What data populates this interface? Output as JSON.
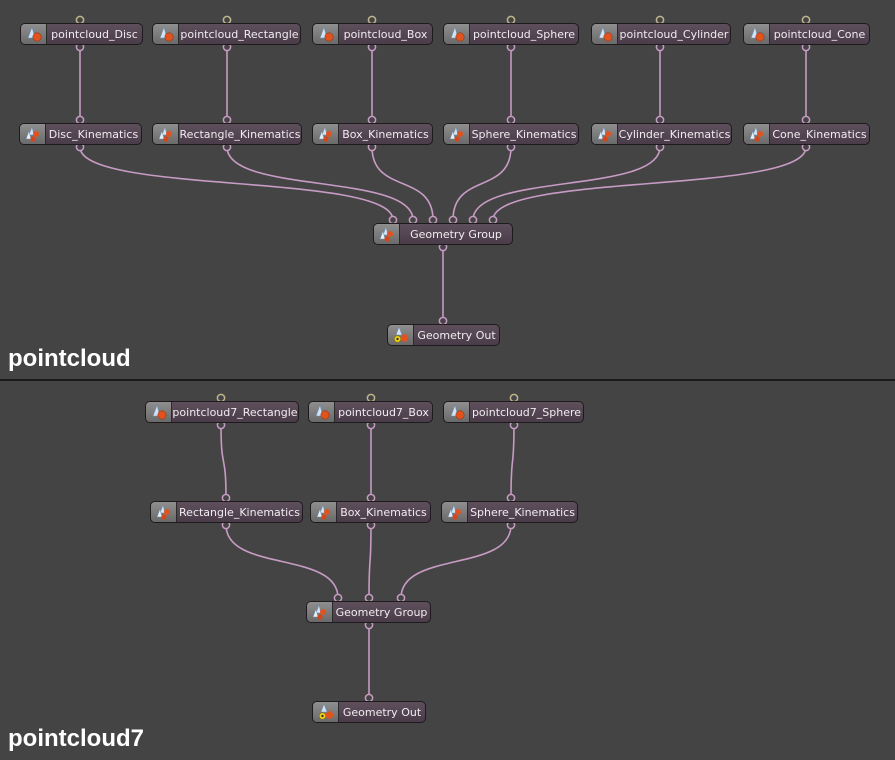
{
  "colors": {
    "background": "#444444",
    "wire": "#c79bc4",
    "node_body": "#574854",
    "node_icon_bg": "#7d7d7d",
    "input_port": "#bfb58c"
  },
  "panels": [
    {
      "title": "pointcloud",
      "nodes": [
        {
          "id": "pc_disc",
          "label": "pointcloud_Disc",
          "icon": "pointcloud-icon"
        },
        {
          "id": "pc_rect",
          "label": "pointcloud_Rectangle",
          "icon": "pointcloud-icon"
        },
        {
          "id": "pc_box",
          "label": "pointcloud_Box",
          "icon": "pointcloud-icon"
        },
        {
          "id": "pc_sphere",
          "label": "pointcloud_Sphere",
          "icon": "pointcloud-icon"
        },
        {
          "id": "pc_cyl",
          "label": "pointcloud_Cylinder",
          "icon": "pointcloud-icon"
        },
        {
          "id": "pc_cone",
          "label": "pointcloud_Cone",
          "icon": "pointcloud-icon"
        },
        {
          "id": "k_disc",
          "label": "Disc_Kinematics",
          "icon": "kinematics-icon"
        },
        {
          "id": "k_rect",
          "label": "Rectangle_Kinematics",
          "icon": "kinematics-icon"
        },
        {
          "id": "k_box",
          "label": "Box_Kinematics",
          "icon": "kinematics-icon"
        },
        {
          "id": "k_sphere",
          "label": "Sphere_Kinematics",
          "icon": "kinematics-icon"
        },
        {
          "id": "k_cyl",
          "label": "Cylinder_Kinematics",
          "icon": "kinematics-icon"
        },
        {
          "id": "k_cone",
          "label": "Cone_Kinematics",
          "icon": "kinematics-icon"
        },
        {
          "id": "group",
          "label": "Geometry Group",
          "icon": "geometry-group-icon"
        },
        {
          "id": "out",
          "label": "Geometry Out",
          "icon": "geometry-out-icon"
        }
      ],
      "connections": [
        [
          "pc_disc",
          "k_disc"
        ],
        [
          "pc_rect",
          "k_rect"
        ],
        [
          "pc_box",
          "k_box"
        ],
        [
          "pc_sphere",
          "k_sphere"
        ],
        [
          "pc_cyl",
          "k_cyl"
        ],
        [
          "pc_cone",
          "k_cone"
        ],
        [
          "k_disc",
          "group"
        ],
        [
          "k_rect",
          "group"
        ],
        [
          "k_box",
          "group"
        ],
        [
          "k_sphere",
          "group"
        ],
        [
          "k_cyl",
          "group"
        ],
        [
          "k_cone",
          "group"
        ],
        [
          "group",
          "out"
        ]
      ]
    },
    {
      "title": "pointcloud7",
      "nodes": [
        {
          "id": "pc_rect",
          "label": "pointcloud7_Rectangle",
          "icon": "pointcloud-icon"
        },
        {
          "id": "pc_box",
          "label": "pointcloud7_Box",
          "icon": "pointcloud-icon"
        },
        {
          "id": "pc_sphere",
          "label": "pointcloud7_Sphere",
          "icon": "pointcloud-icon"
        },
        {
          "id": "k_rect",
          "label": "Rectangle_Kinematics",
          "icon": "kinematics-icon"
        },
        {
          "id": "k_box",
          "label": "Box_Kinematics",
          "icon": "kinematics-icon"
        },
        {
          "id": "k_sphere",
          "label": "Sphere_Kinematics",
          "icon": "kinematics-icon"
        },
        {
          "id": "group",
          "label": "Geometry Group",
          "icon": "geometry-group-icon"
        },
        {
          "id": "out",
          "label": "Geometry Out",
          "icon": "geometry-out-icon"
        }
      ],
      "connections": [
        [
          "pc_rect",
          "k_rect"
        ],
        [
          "pc_box",
          "k_box"
        ],
        [
          "pc_sphere",
          "k_sphere"
        ],
        [
          "k_rect",
          "group"
        ],
        [
          "k_box",
          "group"
        ],
        [
          "k_sphere",
          "group"
        ],
        [
          "group",
          "out"
        ]
      ]
    }
  ]
}
